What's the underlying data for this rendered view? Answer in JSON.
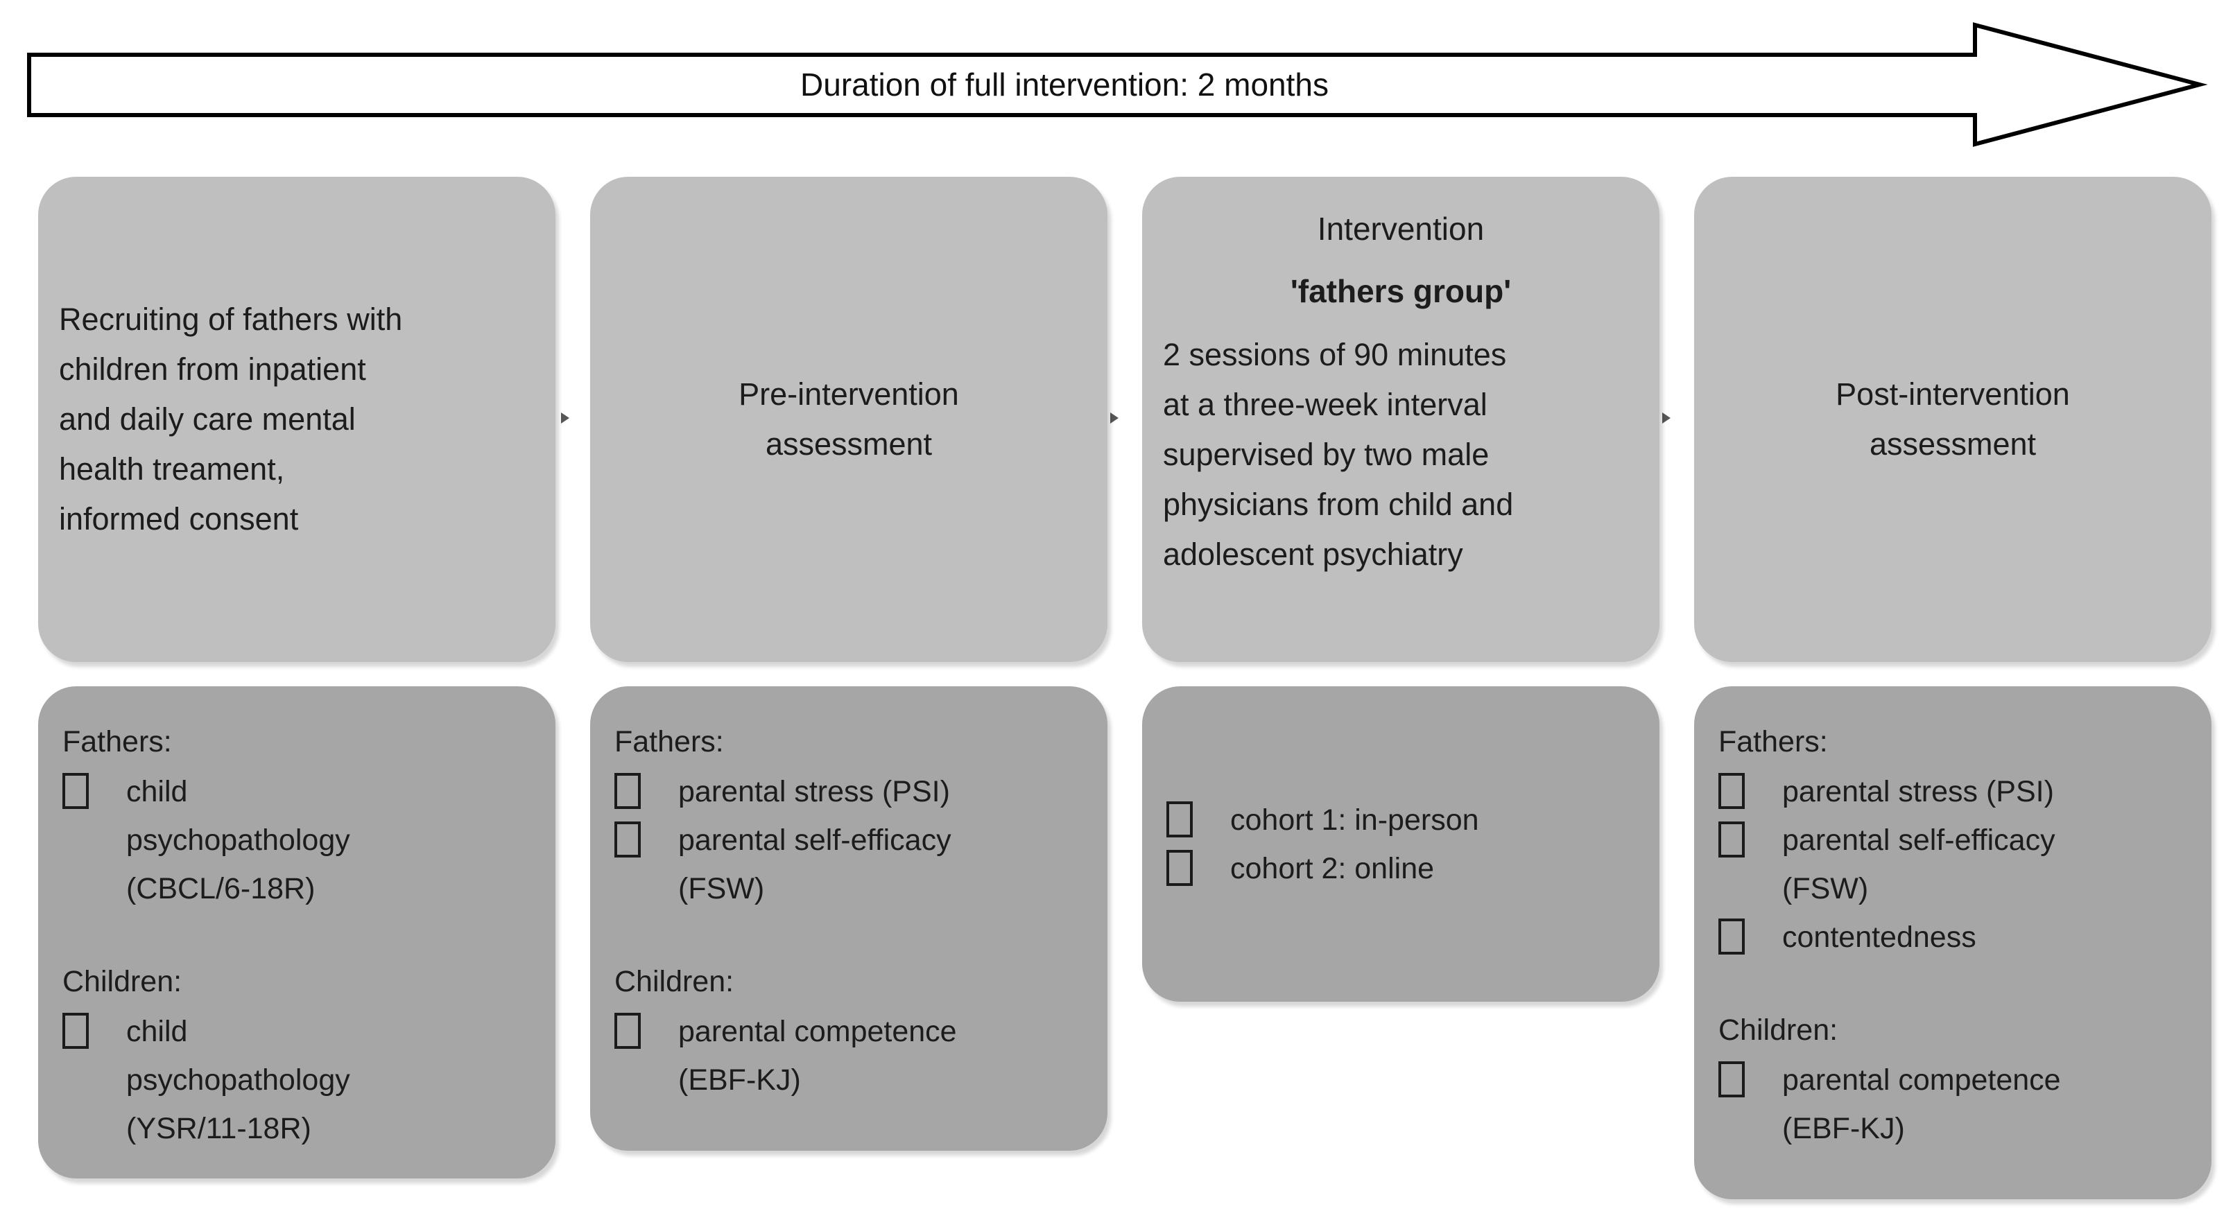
{
  "timeline_arrow": {
    "label": "Duration of full intervention: 2 months",
    "fill": "#ffffff",
    "stroke": "#000000"
  },
  "colors": {
    "top_box_fill": "#bfbfbf",
    "bottom_box_fill": "#a6a6a6",
    "text": "#1c1c1c",
    "connector_mark": "#575757"
  },
  "icons": {
    "bullet": "empty-checkbox-glyph",
    "connector": "small-right-arrow"
  },
  "columns": [
    {
      "top": {
        "text": "Recruiting of fathers with\nchildren from inpatient\nand daily care mental\nhealth treament,\ninformed consent"
      },
      "bottom": {
        "items": [
          {
            "bullet": false,
            "text": "Fathers:"
          },
          {
            "bullet": true,
            "text": "child\npsychopathology\n(CBCL/6-18R)"
          },
          {
            "bullet": false,
            "gap_before": true,
            "text": "Children:"
          },
          {
            "bullet": true,
            "text": "child\npsychopathology\n(YSR/11-18R)"
          }
        ]
      }
    },
    {
      "top": {
        "text": "Pre-intervention\nassessment"
      },
      "bottom": {
        "items": [
          {
            "bullet": false,
            "text": "Fathers:"
          },
          {
            "bullet": true,
            "text": "parental stress (PSI)"
          },
          {
            "bullet": true,
            "text": "parental self-efficacy\n(FSW)"
          },
          {
            "bullet": false,
            "gap_before": true,
            "text": "Children:"
          },
          {
            "bullet": true,
            "text": "parental competence\n(EBF-KJ)"
          }
        ]
      }
    },
    {
      "top": {
        "title": "Intervention",
        "subtitle": "'fathers group'",
        "body": "2 sessions of 90 minutes\nat a three-week interval\nsupervised by two male\nphysicians from child and\nadolescent psychiatry"
      },
      "bottom": {
        "items": [
          {
            "bullet": true,
            "text": "cohort 1: in-person"
          },
          {
            "bullet": true,
            "text": "cohort 2: online"
          }
        ]
      }
    },
    {
      "top": {
        "text": "Post-intervention\nassessment"
      },
      "bottom": {
        "items": [
          {
            "bullet": false,
            "text": "Fathers:"
          },
          {
            "bullet": true,
            "text": "parental stress (PSI)"
          },
          {
            "bullet": true,
            "text": "parental self-efficacy\n(FSW)"
          },
          {
            "bullet": true,
            "text": "contentedness"
          },
          {
            "bullet": false,
            "gap_before": true,
            "text": "Children:"
          },
          {
            "bullet": true,
            "text": "parental competence\n(EBF-KJ)"
          }
        ]
      }
    }
  ]
}
